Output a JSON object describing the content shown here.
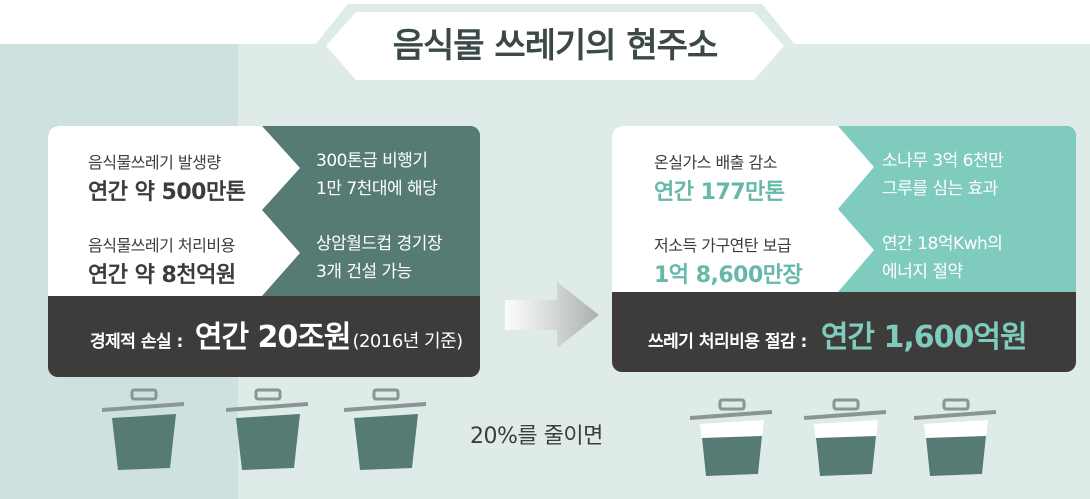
{
  "title": "음식물 쓰레기의 현주소",
  "left": {
    "stat1_label": "음식물쓰레기 발생량",
    "stat1_value": "연간 약 500만톤",
    "stat2_label": "음식물쓰레기 처리비용",
    "stat2_value": "연간 약 8천억원",
    "compare1_line1": "300톤급 비행기",
    "compare1_line2": "1만 7천대에 해당",
    "compare2_line1": "상암월드컵 경기장",
    "compare2_line2": "3개 건설 가능",
    "footer_label": "경제적 손실 :",
    "footer_value": "연간 20조원",
    "footer_note": "(2016년 기준)"
  },
  "right": {
    "stat1_label": "온실가스 배출 감소",
    "stat1_value": "연간 177만톤",
    "stat2_label": "저소득 가구연탄 보급",
    "stat2_value": "1억 8,600만장",
    "compare1_line1": "소나무 3억 6천만",
    "compare1_line2": "그루를 심는 효과",
    "compare2_line1": "연간 18억Kwh의",
    "compare2_line2": "에너지 절약",
    "footer_label": "쓰레기 처리비용 절감 :",
    "footer_value": "연간 1,600억원"
  },
  "condition": "20%를 줄이면",
  "colors": {
    "dark": "#3e3c3a",
    "dark_teal": "#557b74",
    "light_teal": "#7fcbbd",
    "background": "#deebe9"
  },
  "icons": {
    "arrow": "right-arrow-icon",
    "bin": "trash-bin-icon"
  },
  "bins": {
    "left_fill": [
      1.0,
      1.0,
      1.0
    ],
    "right_fill": [
      0.8,
      0.8,
      0.8
    ]
  }
}
